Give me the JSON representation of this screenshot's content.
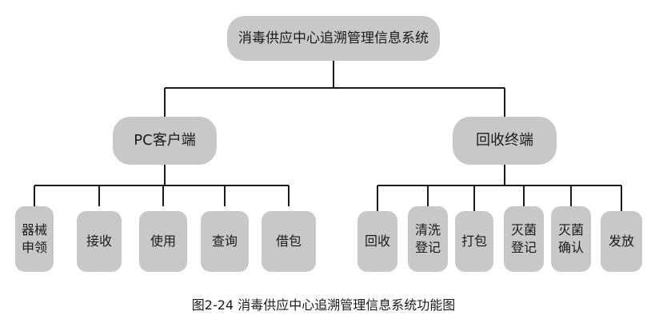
{
  "diagram": {
    "root": "消毒供应中心追溯管理信息系统",
    "branches": [
      {
        "label": "PC客户端",
        "children": [
          "器械\n申领",
          "接收",
          "使用",
          "查询",
          "借包"
        ]
      },
      {
        "label": "回收终端",
        "children": [
          "回收",
          "清洗\n登记",
          "打包",
          "灭菌\n登记",
          "灭菌\n确认",
          "发放"
        ]
      }
    ]
  },
  "caption": "图2-24    消毒供应中心追溯管理信息系统功能图",
  "colors": {
    "node_fill": "#c8c8c8",
    "line": "#1a1a1a"
  }
}
